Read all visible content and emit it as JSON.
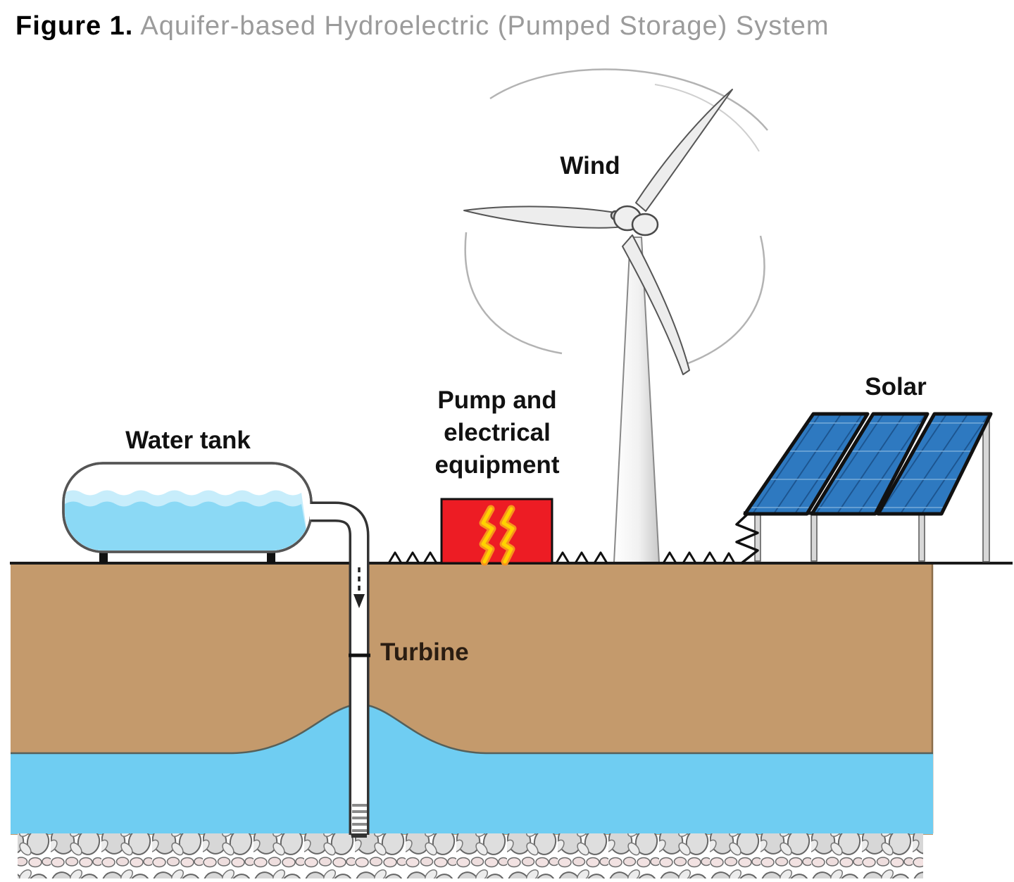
{
  "figure": {
    "label": "Figure 1.",
    "title": "Aquifer-based Hydroelectric (Pumped Storage) System"
  },
  "labels": {
    "wind": "Wind",
    "solar": "Solar",
    "water_tank": "Water tank",
    "turbine": "Turbine",
    "pump_lines": [
      "Pump and",
      "electrical",
      "equipment"
    ]
  },
  "colors": {
    "soil": "#c49a6c",
    "aquifer": "#6fcdf2",
    "aquifer_edge": "#56605a",
    "tank_water": "#8bd9f5",
    "tank_water_light": "#c7edfb",
    "pump_box": "#ed1c24",
    "bolt_yellow": "#ffd200",
    "bolt_orange": "#f7941d",
    "solar_panel": "#2e79c0",
    "ground_line": "#1b1b1b",
    "title_gray": "#9b9b9b",
    "label_black": "#111111",
    "turbine_label": "#2a1d12"
  }
}
